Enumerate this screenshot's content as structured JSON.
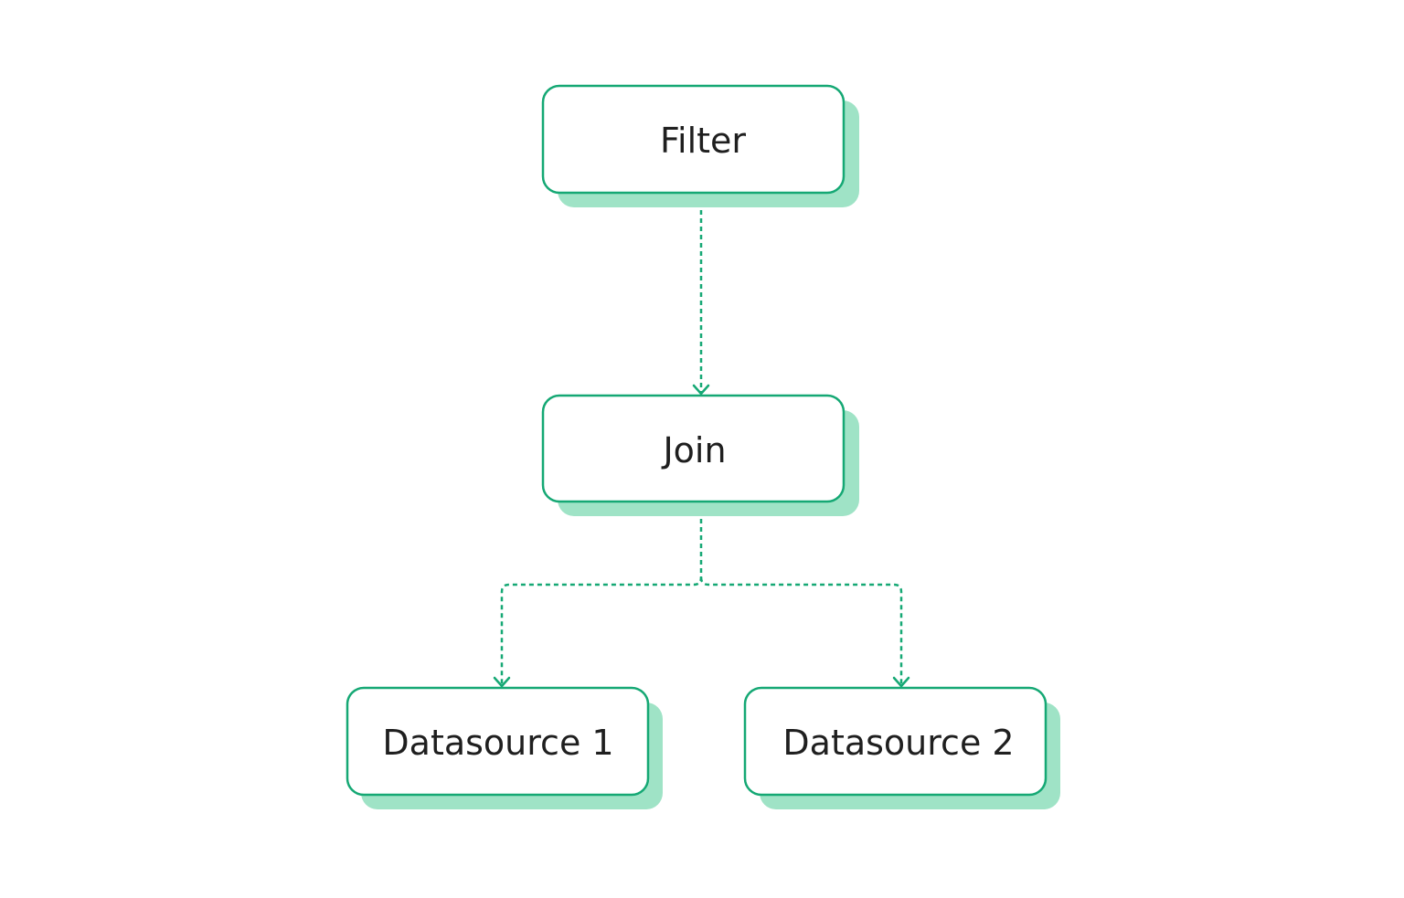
{
  "diagram": {
    "nodes": {
      "filter": {
        "label": "Filter"
      },
      "join": {
        "label": "Join"
      },
      "datasource1": {
        "label": "Datasource 1"
      },
      "datasource2": {
        "label": "Datasource 2"
      }
    },
    "edges": [
      {
        "from": "filter",
        "to": "join"
      },
      {
        "from": "join",
        "to": "datasource1"
      },
      {
        "from": "join",
        "to": "datasource2"
      }
    ],
    "colors": {
      "accent": "#15a874",
      "shadow": "#9fe3c6",
      "text": "#1f1f1f",
      "background": "#ffffff"
    }
  }
}
